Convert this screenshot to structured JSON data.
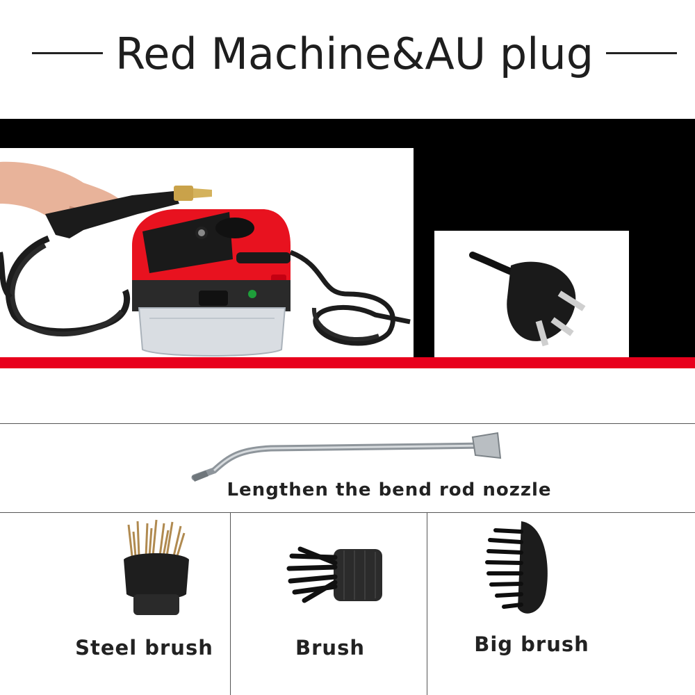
{
  "title": "Red Machine&AU plug",
  "hero": {
    "machine_icon": "steam-cleaner-machine",
    "plug_icon": "au-plug",
    "colors": {
      "accent_red": "#e8001c",
      "panel_black": "#000000"
    }
  },
  "nozzle": {
    "label": "Lengthen the bend rod nozzle",
    "icon": "bend-rod-nozzle"
  },
  "accessories": [
    {
      "label": "Steel brush",
      "icon": "steel-brush"
    },
    {
      "label": "Brush",
      "icon": "round-brush"
    },
    {
      "label": "Big brush",
      "icon": "big-brush"
    }
  ]
}
